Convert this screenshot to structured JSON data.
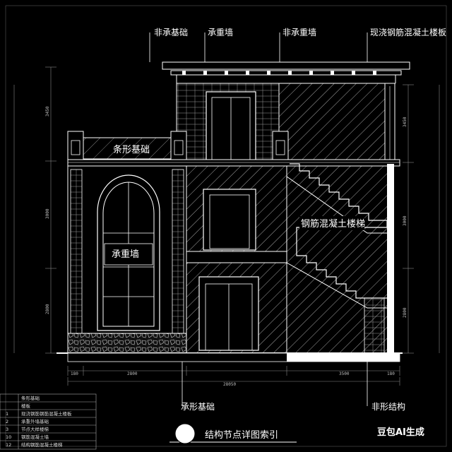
{
  "callouts": {
    "non_load_foundation_top": "非承基础",
    "load_wall_top": "承重墙",
    "non_load_wall_top": "非承重墙",
    "rc_slab_top": "现浇钢筋混凝土楼板",
    "strip_foundation": "条形基础",
    "load_wall_inner": "承重墙",
    "rc_stair": "钢筋混凝土楼梯",
    "load_foundation_bottom": "承形基础",
    "non_structure_bottom": "非形结构"
  },
  "dimensions": {
    "bottom_row1": [
      "180",
      "2800",
      "3500",
      "180"
    ],
    "bottom_row2": [
      "28050"
    ],
    "left_col": [
      "3450",
      "3000",
      "2800"
    ],
    "right_col": [
      "3450",
      "3000",
      "2800"
    ]
  },
  "legend": {
    "rows": [
      {
        "num": "",
        "text": "条形基础"
      },
      {
        "num": "",
        "text": "楼板"
      },
      {
        "num": "1",
        "text": "现浇钢筋钢筋混凝土楼板"
      },
      {
        "num": "2",
        "text": "承重外墙基础"
      },
      {
        "num": "3",
        "text": "节点大样楼梯"
      },
      {
        "num": "10",
        "text": "钢筋混凝土墙"
      },
      {
        "num": "12",
        "text": "结构钢筋混凝土楼梯"
      }
    ]
  },
  "title": "结构节点详图索引",
  "watermark": "豆包AI生成",
  "colors": {
    "background": "#000000",
    "line": "#ffffff",
    "hatch": "#cfcfcf"
  }
}
